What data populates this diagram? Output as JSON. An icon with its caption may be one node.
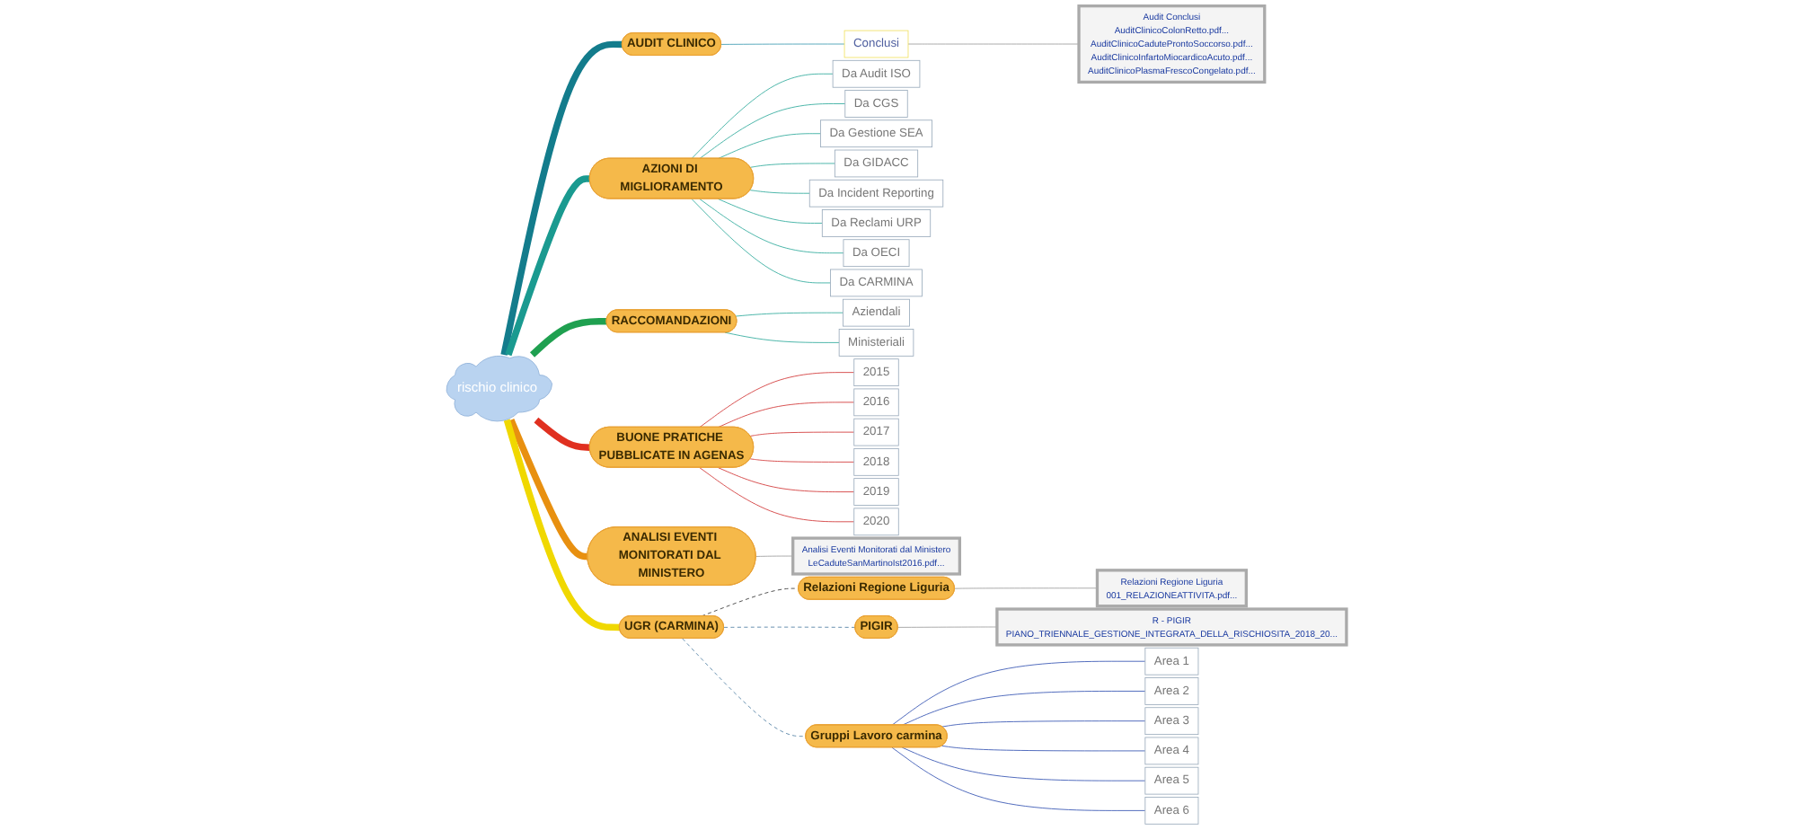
{
  "diagram": {
    "nodes": [
      {
        "text": [
          "rischio clinico"
        ]
      },
      {
        "text": [
          "AUDIT CLINICO"
        ]
      },
      {
        "text": [
          "Conclusi"
        ]
      },
      {
        "text": [
          "Audit Conclusi",
          "AuditClinicoColonRetto.pdf...",
          "AuditClinicoCaduteProntoSoccorso.pdf...",
          "AuditClinicoInfartoMiocardicoAcuto.pdf...",
          "AuditClinicoPlasmaFrescoCongelato.pdf..."
        ]
      },
      {
        "text": [
          "AZIONI DI MIGLIORAMENTO"
        ]
      },
      {
        "text": [
          "Da Audit ISO"
        ]
      },
      {
        "text": [
          "Da CGS"
        ]
      },
      {
        "text": [
          "Da Gestione SEA"
        ]
      },
      {
        "text": [
          "Da GIDACC"
        ]
      },
      {
        "text": [
          "Da Incident Reporting"
        ]
      },
      {
        "text": [
          "Da Reclami URP"
        ]
      },
      {
        "text": [
          "Da OECI"
        ]
      },
      {
        "text": [
          "Da CARMINA"
        ]
      },
      {
        "text": [
          "RACCOMANDAZIONI"
        ]
      },
      {
        "text": [
          "Aziendali"
        ]
      },
      {
        "text": [
          "Ministeriali"
        ]
      },
      {
        "text": [
          "BUONE PRATICHE PUBBLICATE IN AGENAS"
        ]
      },
      {
        "text": [
          "2015"
        ]
      },
      {
        "text": [
          "2016"
        ]
      },
      {
        "text": [
          "2017"
        ]
      },
      {
        "text": [
          "2018"
        ]
      },
      {
        "text": [
          "2019"
        ]
      },
      {
        "text": [
          "2020"
        ]
      },
      {
        "text": [
          "ANALISI EVENTI MONITORATI DAL MINISTERO"
        ]
      },
      {
        "text": [
          "Analisi Eventi Monitorati dal Ministero",
          "LeCaduteSanMartinoIst2016.pdf..."
        ]
      },
      {
        "text": [
          "UGR (CARMINA)"
        ]
      },
      {
        "text": [
          "Relazioni Regione Liguria"
        ]
      },
      {
        "text": [
          "Relazioni Regione Liguria",
          "001_RELAZIONEATTIVITA.pdf..."
        ]
      },
      {
        "text": [
          "PIGIR"
        ]
      },
      {
        "text": [
          "R - PIGIR",
          "PIANO_TRIENNALE_GESTIONE_INTEGRATA_DELLA_RISCHIOSITA_2018_20..."
        ]
      },
      {
        "text": [
          "Gruppi Lavoro carmina"
        ]
      },
      {
        "text": [
          "Area 1"
        ]
      },
      {
        "text": [
          "Area 2"
        ]
      },
      {
        "text": [
          "Area 3"
        ]
      },
      {
        "text": [
          "Area 4"
        ]
      },
      {
        "text": [
          "Area 5"
        ]
      },
      {
        "text": [
          "Area 6"
        ]
      }
    ],
    "edges": [
      {
        "from": 0,
        "to": 1,
        "arrow": "none",
        "style": "thick",
        "color": "#137c8c"
      },
      {
        "from": 1,
        "to": 2,
        "arrow": "none",
        "color": "#3a9ab0"
      },
      {
        "from": 2,
        "to": 3,
        "arrow": "none",
        "color": "#999999"
      },
      {
        "from": 0,
        "to": 4,
        "arrow": "none",
        "style": "thick",
        "color": "#1a9a90"
      },
      {
        "from": 4,
        "to": 5,
        "arrow": "none",
        "color": "#2aa89a"
      },
      {
        "from": 4,
        "to": 6,
        "arrow": "none",
        "color": "#2aa89a"
      },
      {
        "from": 4,
        "to": 7,
        "arrow": "none",
        "color": "#2aa89a"
      },
      {
        "from": 4,
        "to": 8,
        "arrow": "none",
        "color": "#2aa89a"
      },
      {
        "from": 4,
        "to": 9,
        "arrow": "none",
        "color": "#2aa89a"
      },
      {
        "from": 4,
        "to": 10,
        "arrow": "none",
        "color": "#2aa89a"
      },
      {
        "from": 4,
        "to": 11,
        "arrow": "none",
        "color": "#2aa89a"
      },
      {
        "from": 4,
        "to": 12,
        "arrow": "none",
        "color": "#2aa89a"
      },
      {
        "from": 0,
        "to": 13,
        "arrow": "none",
        "style": "thick",
        "color": "#1fa050"
      },
      {
        "from": 13,
        "to": 14,
        "arrow": "none",
        "color": "#2aa89a"
      },
      {
        "from": 13,
        "to": 15,
        "arrow": "none",
        "color": "#2aa89a"
      },
      {
        "from": 0,
        "to": 16,
        "arrow": "none",
        "style": "thick",
        "color": "#e03020"
      },
      {
        "from": 16,
        "to": 17,
        "arrow": "none",
        "color": "#d03030"
      },
      {
        "from": 16,
        "to": 18,
        "arrow": "none",
        "color": "#d03030"
      },
      {
        "from": 16,
        "to": 19,
        "arrow": "none",
        "color": "#d03030"
      },
      {
        "from": 16,
        "to": 20,
        "arrow": "none",
        "color": "#d03030"
      },
      {
        "from": 16,
        "to": 21,
        "arrow": "none",
        "color": "#d03030"
      },
      {
        "from": 16,
        "to": 22,
        "arrow": "none",
        "color": "#d03030"
      },
      {
        "from": 0,
        "to": 23,
        "arrow": "none",
        "style": "thick",
        "color": "#e89010"
      },
      {
        "from": 23,
        "to": 24,
        "arrow": "none",
        "color": "#999999"
      },
      {
        "from": 0,
        "to": 25,
        "arrow": "none",
        "style": "thick",
        "color": "#f0d800"
      },
      {
        "from": 25,
        "to": 26,
        "arrow": "none",
        "style": "dashed",
        "color": "#333333"
      },
      {
        "from": 26,
        "to": 27,
        "arrow": "none",
        "color": "#999999"
      },
      {
        "from": 25,
        "to": 28,
        "arrow": "none",
        "style": "dashed",
        "color": "#4a7aa0"
      },
      {
        "from": 28,
        "to": 29,
        "arrow": "none",
        "color": "#999999"
      },
      {
        "from": 25,
        "to": 30,
        "arrow": "none",
        "style": "dashed",
        "color": "#4a7aa0"
      },
      {
        "from": 30,
        "to": 31,
        "arrow": "none",
        "color": "#3050b0"
      },
      {
        "from": 30,
        "to": 32,
        "arrow": "none",
        "color": "#3050b0"
      },
      {
        "from": 30,
        "to": 33,
        "arrow": "none",
        "color": "#3050b0"
      },
      {
        "from": 30,
        "to": 34,
        "arrow": "none",
        "color": "#3050b0"
      },
      {
        "from": 30,
        "to": 35,
        "arrow": "none",
        "color": "#3050b0"
      },
      {
        "from": 30,
        "to": 36,
        "arrow": "none",
        "color": "#3050b0"
      }
    ]
  }
}
